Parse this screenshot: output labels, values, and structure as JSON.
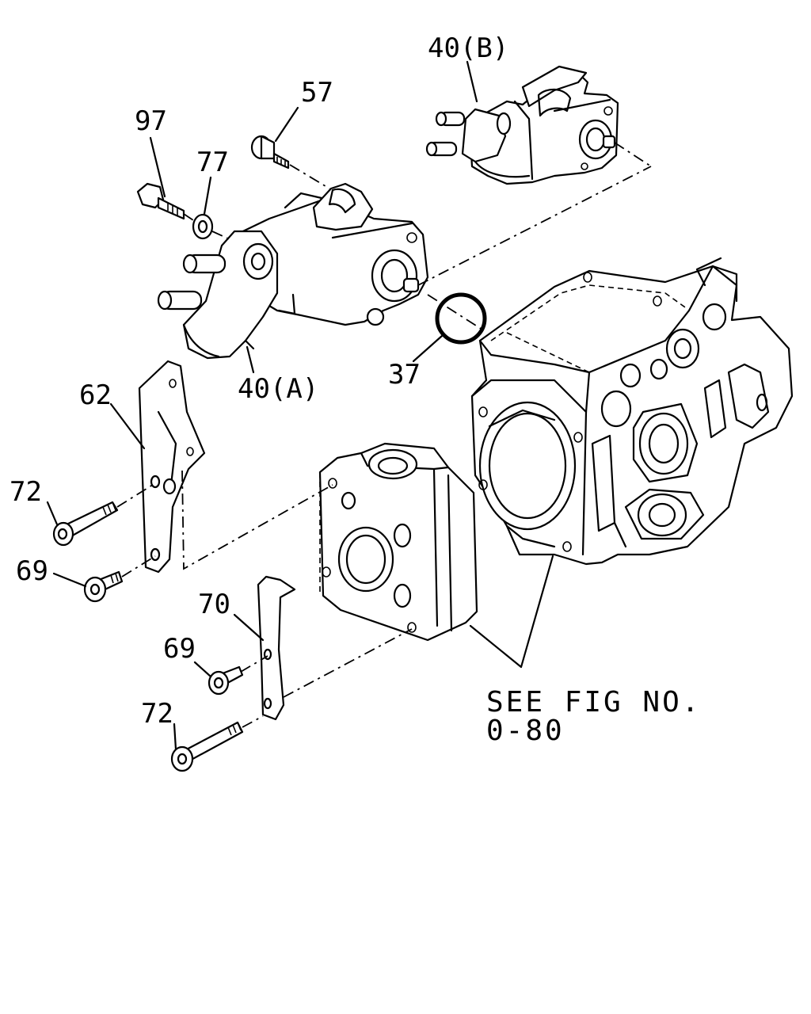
{
  "callouts": {
    "p40b": "40(B)",
    "p57": "57",
    "p97": "97",
    "p77": "77",
    "p40a": "40(A)",
    "p37": "37",
    "p62": "62",
    "p72_top": "72",
    "p69_top": "69",
    "p70": "70",
    "p69_bottom": "69",
    "p72_bottom": "72"
  },
  "reference": {
    "line1": "SEE FIG NO.",
    "line2": "0-80"
  }
}
